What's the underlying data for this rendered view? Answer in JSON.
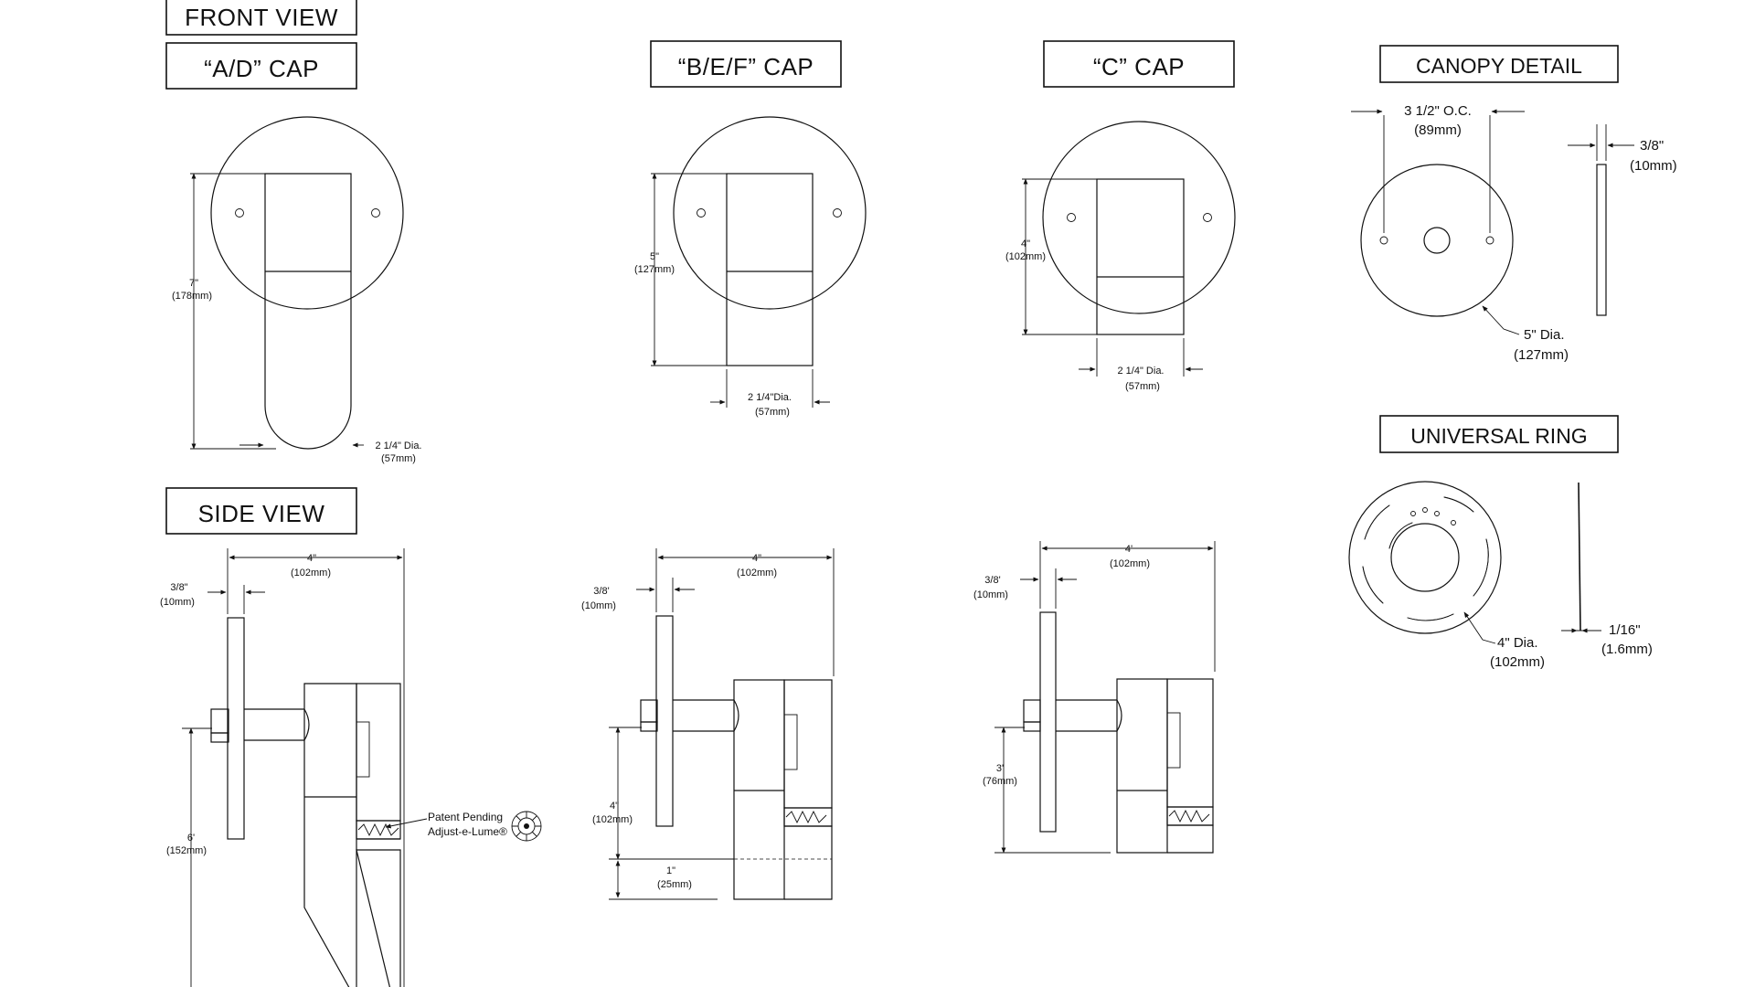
{
  "titles": {
    "front_view": "FRONT  VIEW",
    "ad_cap": "“A/D” CAP",
    "bef_cap": "“B/E/F” CAP",
    "c_cap": "“C” CAP",
    "canopy_detail": "CANOPY DETAIL",
    "universal_ring": "UNIVERSAL RING",
    "side_view": "SIDE  VIEW"
  },
  "front_ad": {
    "height_in": "7\"",
    "height_mm": "(178mm)",
    "dia_in": "2 1/4\" Dia.",
    "dia_mm": "(57mm)"
  },
  "front_bef": {
    "height_in": "5\"",
    "height_mm": "(127mm)",
    "dia_in": "2 1/4\"Dia.",
    "dia_mm": "(57mm)"
  },
  "front_c": {
    "height_in": "4\"",
    "height_mm": "(102mm)",
    "dia_in": "2 1/4\" Dia.",
    "dia_mm": "(57mm)"
  },
  "canopy": {
    "oc_in": "3 1/2\" O.C.",
    "oc_mm": "(89mm)",
    "thick_in": "3/8\"",
    "thick_mm": "(10mm)",
    "dia_in": "5\" Dia.",
    "dia_mm": "(127mm)"
  },
  "ring": {
    "dia_in": "4\" Dia.",
    "dia_mm": "(102mm)",
    "thick_in": "1/16\"",
    "thick_mm": "(1.6mm)"
  },
  "side_ad": {
    "depth_in": "4\"",
    "depth_mm": "(102mm)",
    "plate_in": "3/8\"",
    "plate_mm": "(10mm)",
    "drop_in": "6'",
    "drop_mm": "(152mm)",
    "note_line1": "Patent Pending",
    "note_line2": "Adjust-e-Lume®"
  },
  "side_bef": {
    "depth_in": "4\"",
    "depth_mm": "(102mm)",
    "plate_in": "3/8'",
    "plate_mm": "(10mm)",
    "drop_in": "4\"",
    "drop_mm": "(102mm)",
    "ext_in": "1\"",
    "ext_mm": "(25mm)"
  },
  "side_c": {
    "depth_in": "4'",
    "depth_mm": "(102mm)",
    "plate_in": "3/8'",
    "plate_mm": "(10mm)",
    "drop_in": "3'",
    "drop_mm": "(76mm)"
  }
}
